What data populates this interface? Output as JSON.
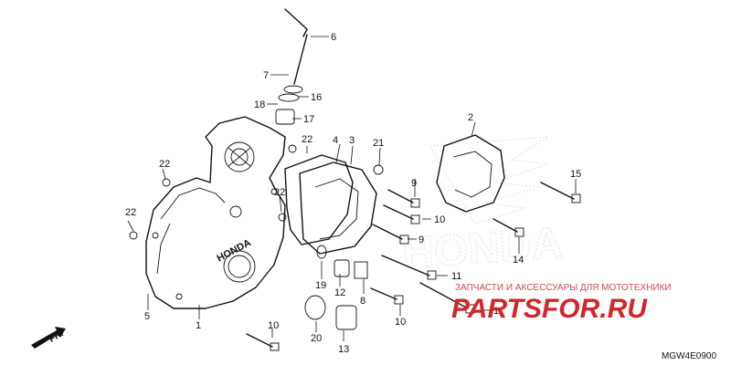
{
  "diagram": {
    "callouts": [
      "1",
      "2",
      "4",
      "3",
      "5",
      "6",
      "7",
      "8",
      "9",
      "9",
      "10",
      "10",
      "10",
      "11",
      "11",
      "12",
      "13",
      "14",
      "15",
      "16",
      "17",
      "18",
      "19",
      "20",
      "21",
      "22",
      "22",
      "22",
      "22"
    ],
    "direction_marker": "FR.",
    "diagram_code": "MGW4E0900",
    "cover_logo_text": "HONDA",
    "watermark_brand": "PARTSFOR.RU",
    "watermark_tagline": "ЗАПЧАСТИ И АКСЕССУАРЫ ДЛЯ МОТОТЕХНИКИ",
    "colors": {
      "line": "#111111",
      "watermark": "#d4252b",
      "wing_logo": "#bdbdbd"
    }
  }
}
